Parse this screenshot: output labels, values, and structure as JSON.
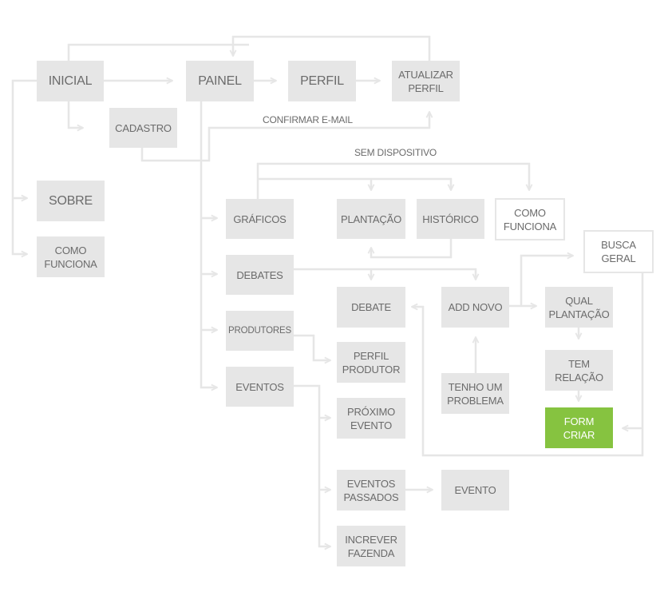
{
  "nodes": {
    "inicial": "INICIAL",
    "painel": "PAINEL",
    "perfil": "PERFIL",
    "atualizar_perfil": "ATUALIZAR\nPERFIL",
    "cadastro": "CADASTRO",
    "sobre": "SOBRE",
    "como_funciona_main": "COMO\nFUNCIONA",
    "graficos": "GRÁFICOS",
    "plantacao": "PLANTAÇÃO",
    "historico": "HISTÓRICO",
    "como_funciona_dispositivo": "COMO\nFUNCIONA",
    "busca_geral": "BUSCA\nGERAL",
    "debates": "DEBATES",
    "debate": "DEBATE",
    "add_novo": "ADD NOVO",
    "qual_plantacao": "QUAL\nPLANTAÇÃO",
    "tem_relacao": "TEM\nRELAÇÃO",
    "form_criar": "FORM\nCRIAR",
    "produtores": "PRODUTORES",
    "perfil_produtor": "PERFIL\nPRODUTOR",
    "tenho_um_problema": "TENHO UM\nPROBLEMA",
    "eventos": "EVENTOS",
    "proximo_evento": "PRÓXIMO\nEVENTO",
    "eventos_passados": "EVENTOS\nPASSADOS",
    "evento": "EVENTO",
    "increver_fazenda": "INCREVER\nFAZENDA"
  },
  "edge_labels": {
    "confirmar_email": "CONFIRMAR E-MAIL",
    "sem_dispositivo": "SEM DISPOSITIVO"
  },
  "colors": {
    "node_fill": "#e6e6e6",
    "connector": "#e6e6e6",
    "text": "#6b6b6b",
    "accent": "#86c340"
  }
}
